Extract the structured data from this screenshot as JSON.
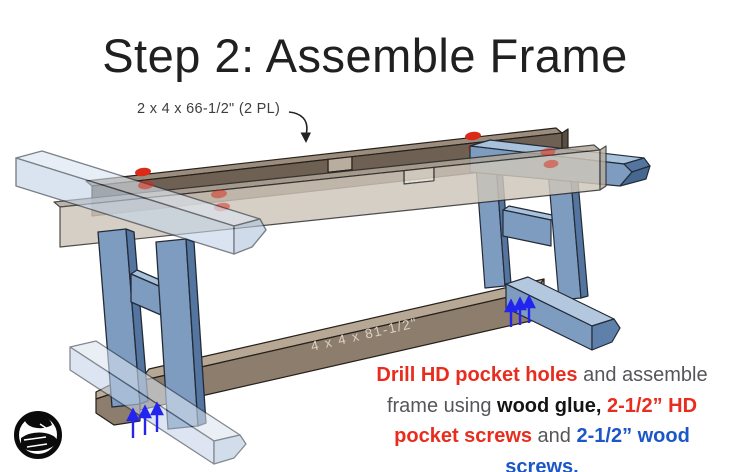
{
  "title": "Step 2: Assemble Frame",
  "annotations": {
    "top_rail_label": "2 x 4 x 66-1/2\" (2 PL)",
    "stretcher_label": "4 x 4 x 81-1/2\""
  },
  "instructions": {
    "segments": [
      {
        "text": "Drill HD pocket holes",
        "color": "red",
        "bold": true
      },
      {
        "text": " and assemble",
        "color": "gray",
        "bold": false
      },
      {
        "text": "frame using ",
        "color": "gray",
        "bold": false
      },
      {
        "text": "wood glue,",
        "color": "black",
        "bold": true
      },
      {
        "text": " 2-1/2” HD",
        "color": "red",
        "bold": true
      },
      {
        "text": "pocket screws",
        "color": "red",
        "bold": true
      },
      {
        "text": " and ",
        "color": "gray",
        "bold": false
      },
      {
        "text": "2-1/2” wood screws.",
        "color": "blue",
        "bold": true
      }
    ]
  },
  "diagram": {
    "parts": [
      {
        "name": "top-rail",
        "label": "2 x 4 x 66-1/2\" (2 PL)",
        "quantity": "2 PL",
        "color_hex": "#6e6052"
      },
      {
        "name": "bottom-stretcher",
        "label": "4 x 4 x 81-1/2\"",
        "color_hex": "#8d7d6d"
      },
      {
        "name": "leg-trestle",
        "color_hex": "#7d9cc0"
      }
    ],
    "markers": {
      "pocket_hole_color": "#da2a18",
      "screw_arrow_color": "#2424ef"
    }
  },
  "colors": {
    "accent_red": "#e82d1e",
    "accent_blue": "#1b57c8",
    "text_gray": "#55565a",
    "text_black": "#141414",
    "title_color": "#202020",
    "frame_blue": "#7d9cc0",
    "ghost_blue": "#c4d4e7",
    "wood_dark": "#6e6052",
    "wood_light": "#cfc6ba"
  },
  "icons": {
    "logo": "woodworker-badge-icon"
  }
}
